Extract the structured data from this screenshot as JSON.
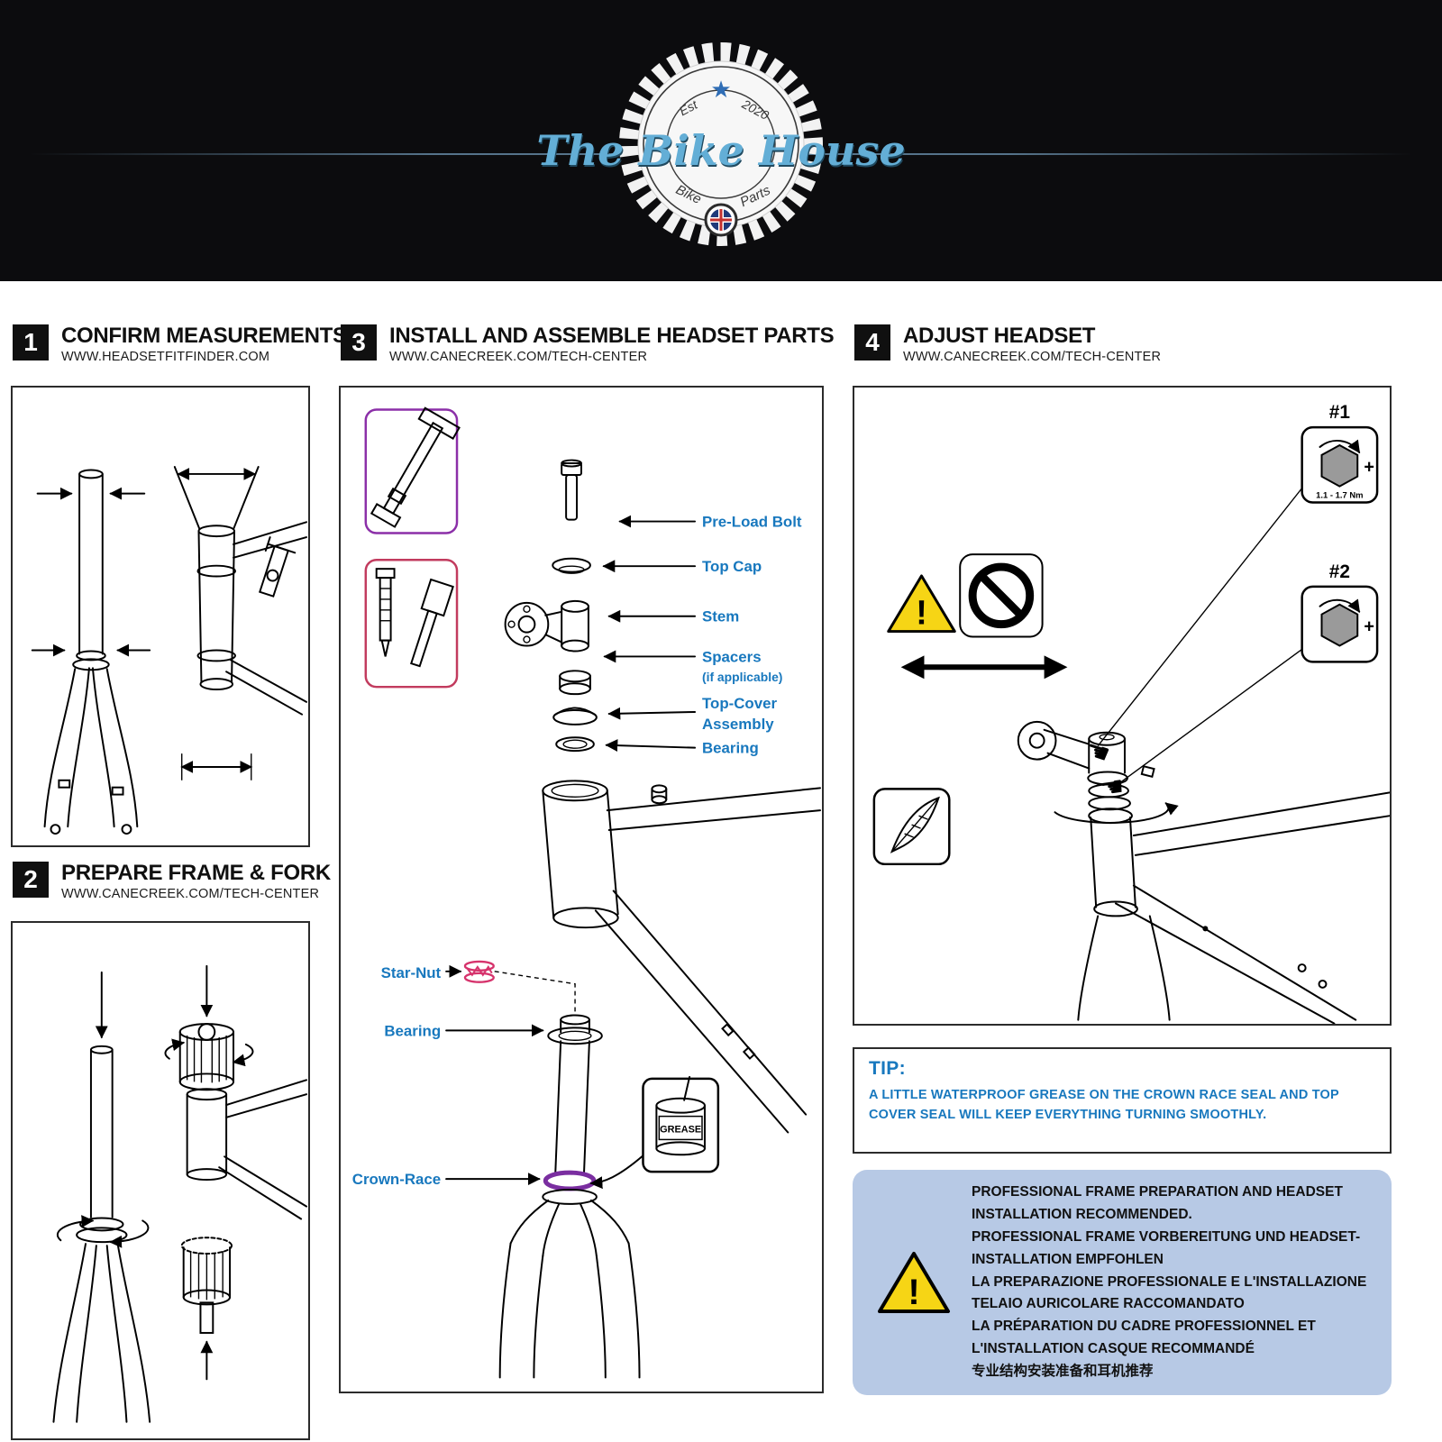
{
  "logo": {
    "title": "The Bike House",
    "est": "Est",
    "year": "2020",
    "bike": "Bike",
    "parts": "Parts"
  },
  "icons": {
    "star": "★",
    "pointing_hand": "☚",
    "plus": "+",
    "exclamation": "!"
  },
  "steps": {
    "step1": {
      "number": "1",
      "title": "CONFIRM MEASUREMENTS",
      "url": "WWW.HEADSETFITFINDER.COM"
    },
    "step2": {
      "number": "2",
      "title": "PREPARE FRAME & FORK",
      "url": "WWW.CANECREEK.COM/TECH-CENTER"
    },
    "step3": {
      "number": "3",
      "title": "INSTALL AND ASSEMBLE HEADSET PARTS",
      "url": "WWW.CANECREEK.COM/TECH-CENTER",
      "labels": {
        "pre_load_bolt": "Pre-Load Bolt",
        "top_cap": "Top Cap",
        "stem": "Stem",
        "spacers": "Spacers",
        "spacers_note": "(if applicable)",
        "top_cover_1": "Top-Cover",
        "top_cover_2": "Assembly",
        "bearing_top": "Bearing",
        "star_nut": "Star-Nut",
        "bearing_lower": "Bearing",
        "crown_race": "Crown-Race",
        "grease": "GREASE"
      }
    },
    "step4": {
      "number": "4",
      "title": "ADJUST HEADSET",
      "url": "WWW.CANECREEK.COM/TECH-CENTER",
      "torque1_label": "#1",
      "torque2_label": "#2",
      "torque_value": "1.1 - 1.7 Nm"
    }
  },
  "tip": {
    "heading": "TIP:",
    "body": "A LITTLE WATERPROOF GREASE ON THE CROWN RACE SEAL AND TOP COVER SEAL WILL KEEP EVERYTHING TURNING SMOOTHLY."
  },
  "notice": {
    "lines": [
      "PROFESSIONAL FRAME PREPARATION AND HEADSET",
      "INSTALLATION RECOMMENDED.",
      "PROFESSIONAL FRAME VORBEREITUNG UND HEADSET-",
      "INSTALLATION EMPFOHLEN",
      "LA PREPARAZIONE PROFESSIONALE E L'INSTALLAZIONE",
      "TELAIO AURICOLARE RACCOMANDATO",
      "LA PRÉPARATION DU CADRE PROFESSIONNEL ET",
      "L'INSTALLATION CASQUE RECOMMANDÉ",
      "专业结构安装准备和耳机推荐"
    ]
  },
  "colors": {
    "label_blue": "#1878be",
    "logo_blue": "#63aed6",
    "tool_box_purple": "#8b2fa8",
    "tool_box_red": "#c23b5e",
    "star_nut_pink": "#d6336c",
    "crown_race_purple": "#7a2ea0",
    "notice_bg": "#b7c9e5",
    "warning_yellow": "#f6d515",
    "header_bg": "#0c0c0e"
  }
}
